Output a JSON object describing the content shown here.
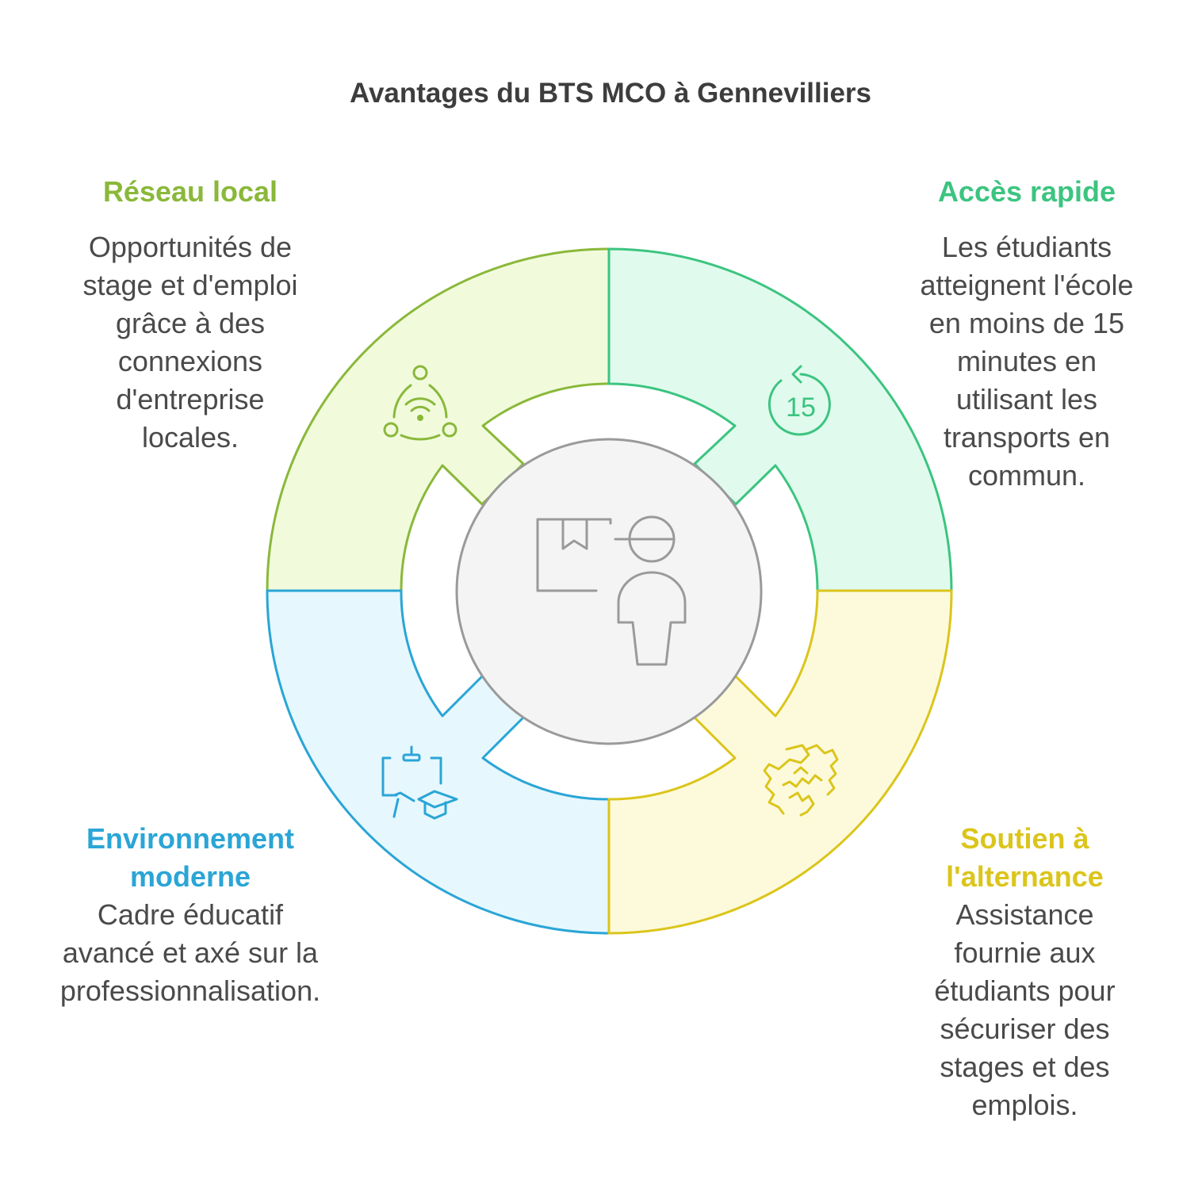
{
  "title": "Avantages du BTS MCO à Gennevilliers",
  "colors": {
    "reseau": "#8ab83a",
    "acces": "#3cc480",
    "environnement": "#2aa5d6",
    "soutien": "#dbc51b",
    "center": "#9a9a9a"
  },
  "sections": {
    "reseau": {
      "heading": "Réseau local",
      "lines": [
        "Opportunités de",
        "stage et d'emploi",
        "grâce à des",
        "connexions",
        "d'entreprise",
        "locales."
      ],
      "icon": "network-icon"
    },
    "acces": {
      "heading": "Accès rapide",
      "lines": [
        "Les étudiants",
        "atteignent l'école",
        "en moins de 15",
        "minutes en",
        "utilisant les",
        "transports en",
        "commun."
      ],
      "icon": "timer-15-icon",
      "icon_text": "15"
    },
    "environnement": {
      "heading_lines": [
        "Environnement",
        "moderne"
      ],
      "lines": [
        "Cadre éducatif",
        "avancé et axé sur la",
        "professionnalisation."
      ],
      "icon": "classroom-graduation-icon"
    },
    "soutien": {
      "heading_lines": [
        "Soutien à",
        "l'alternance"
      ],
      "lines": [
        "Assistance",
        "fournie aux",
        "étudiants pour",
        "sécuriser des",
        "stages et des",
        "emplois."
      ],
      "icon": "handshake-icon"
    }
  },
  "center_icon": "delivery-person-icon"
}
